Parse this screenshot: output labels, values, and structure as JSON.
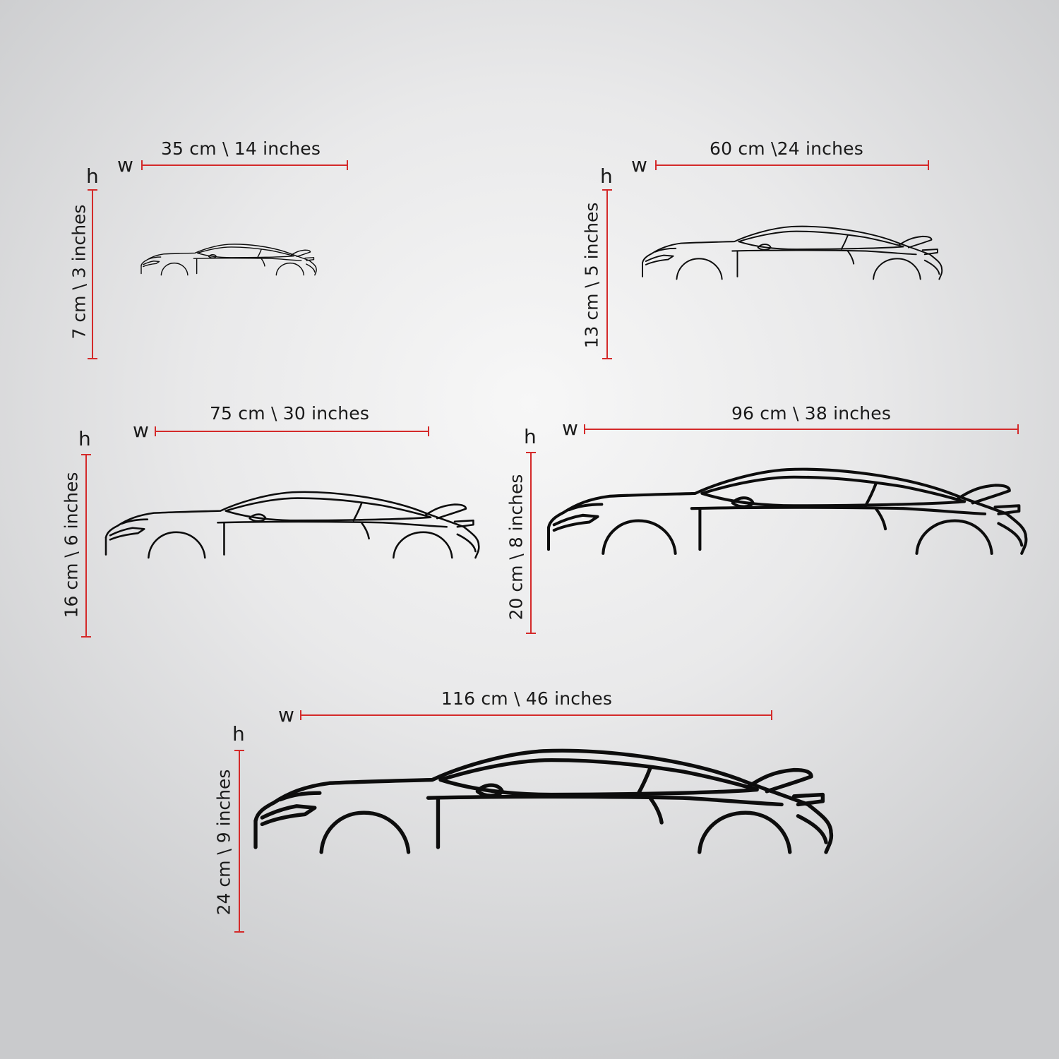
{
  "variants": [
    {
      "w_letter": "w",
      "h_letter": "h",
      "width_label": "35 cm \\ 14 inches",
      "height_label": "7 cm \\ 3 inches"
    },
    {
      "w_letter": "w",
      "h_letter": "h",
      "width_label": "60 cm \\24 inches",
      "height_label": "13 cm \\ 5 inches"
    },
    {
      "w_letter": "w",
      "h_letter": "h",
      "width_label": "75 cm \\ 30 inches",
      "height_label": "16 cm \\ 6 inches"
    },
    {
      "w_letter": "w",
      "h_letter": "h",
      "width_label": "96 cm \\ 38 inches",
      "height_label": "20 cm \\ 8 inches"
    },
    {
      "w_letter": "w",
      "h_letter": "h",
      "width_label": "116 cm \\ 46 inches",
      "height_label": "24 cm \\ 9 inches"
    }
  ]
}
